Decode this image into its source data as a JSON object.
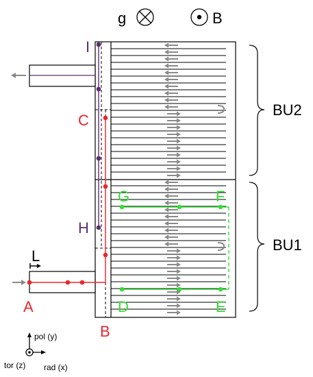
{
  "header": {
    "gravity_symbol": "g",
    "gravity_icon": "cross-in-circle-icon",
    "field_symbol": "B",
    "field_icon": "dot-in-circle-icon"
  },
  "points": {
    "A": "A",
    "B": "B",
    "C": "C",
    "D": "D",
    "E": "E",
    "F": "F",
    "G": "G",
    "H": "H",
    "I": "I"
  },
  "blocks": {
    "upper": "BU2",
    "lower": "BU1"
  },
  "length_marker": "L",
  "axes": {
    "y": "pol (y)",
    "x": "rad (x)",
    "z": "tor (z)"
  },
  "colors": {
    "red": "#e8262b",
    "green": "#33dd33",
    "purple": "#5c2d6e",
    "arrow_gray": "#8a8a8a",
    "line": "#000000"
  }
}
